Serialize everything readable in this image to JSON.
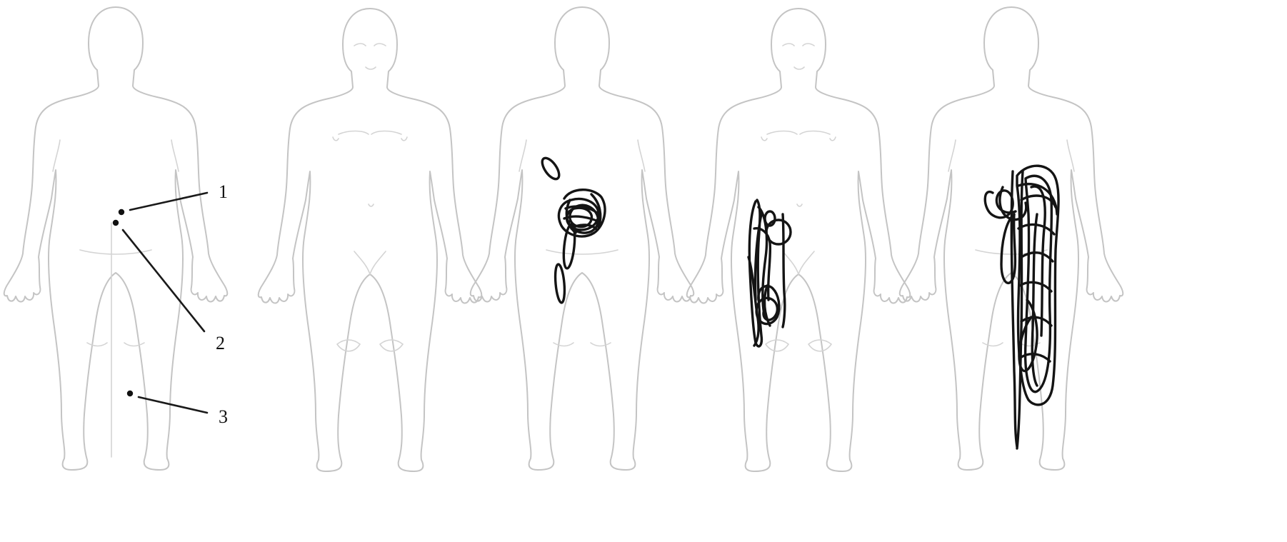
{
  "figures": [
    {
      "view": "back",
      "annotated_points": true
    },
    {
      "view": "front",
      "pain_drawing": "none"
    },
    {
      "view": "back",
      "pain_drawing": "scattered"
    },
    {
      "view": "front",
      "pain_drawing": "thigh"
    },
    {
      "view": "back",
      "pain_drawing": "whole-leg"
    }
  ],
  "labels": {
    "point1": "1",
    "point2": "2",
    "point3": "3"
  },
  "colors": {
    "outline": "#c4c4c4",
    "drawing": "#141414"
  }
}
